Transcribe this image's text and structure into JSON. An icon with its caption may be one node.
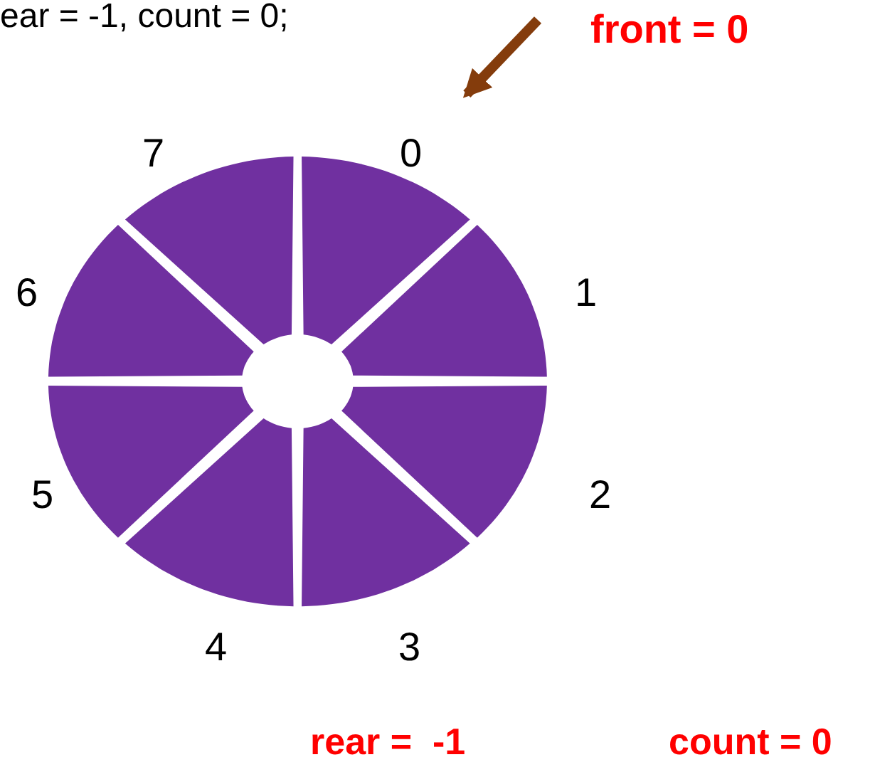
{
  "diagram": {
    "nodes": [
      {
        "text": [],
        "shape": "wedge",
        "beside": [
          "0"
        ]
      },
      {
        "text": [],
        "shape": "wedge",
        "beside": [
          "1"
        ]
      },
      {
        "text": [],
        "shape": "wedge",
        "beside": [
          "2"
        ]
      },
      {
        "text": [],
        "shape": "wedge",
        "beside": [
          "3"
        ]
      },
      {
        "text": [],
        "shape": "wedge",
        "beside": [
          "4"
        ]
      },
      {
        "text": [],
        "shape": "wedge",
        "beside": [
          "5"
        ]
      },
      {
        "text": [],
        "shape": "wedge",
        "beside": [
          "6"
        ]
      },
      {
        "text": [],
        "shape": "wedge",
        "beside": [
          "7"
        ]
      },
      {
        "text": [
          "front = 0"
        ]
      }
    ],
    "edges": [
      {
        "from": 8,
        "to": 0,
        "arrow": "to",
        "color": "#843c0c"
      }
    ],
    "labels": [
      "ear = -1, count = 0;",
      "rear =  -1",
      "count = 0"
    ]
  }
}
